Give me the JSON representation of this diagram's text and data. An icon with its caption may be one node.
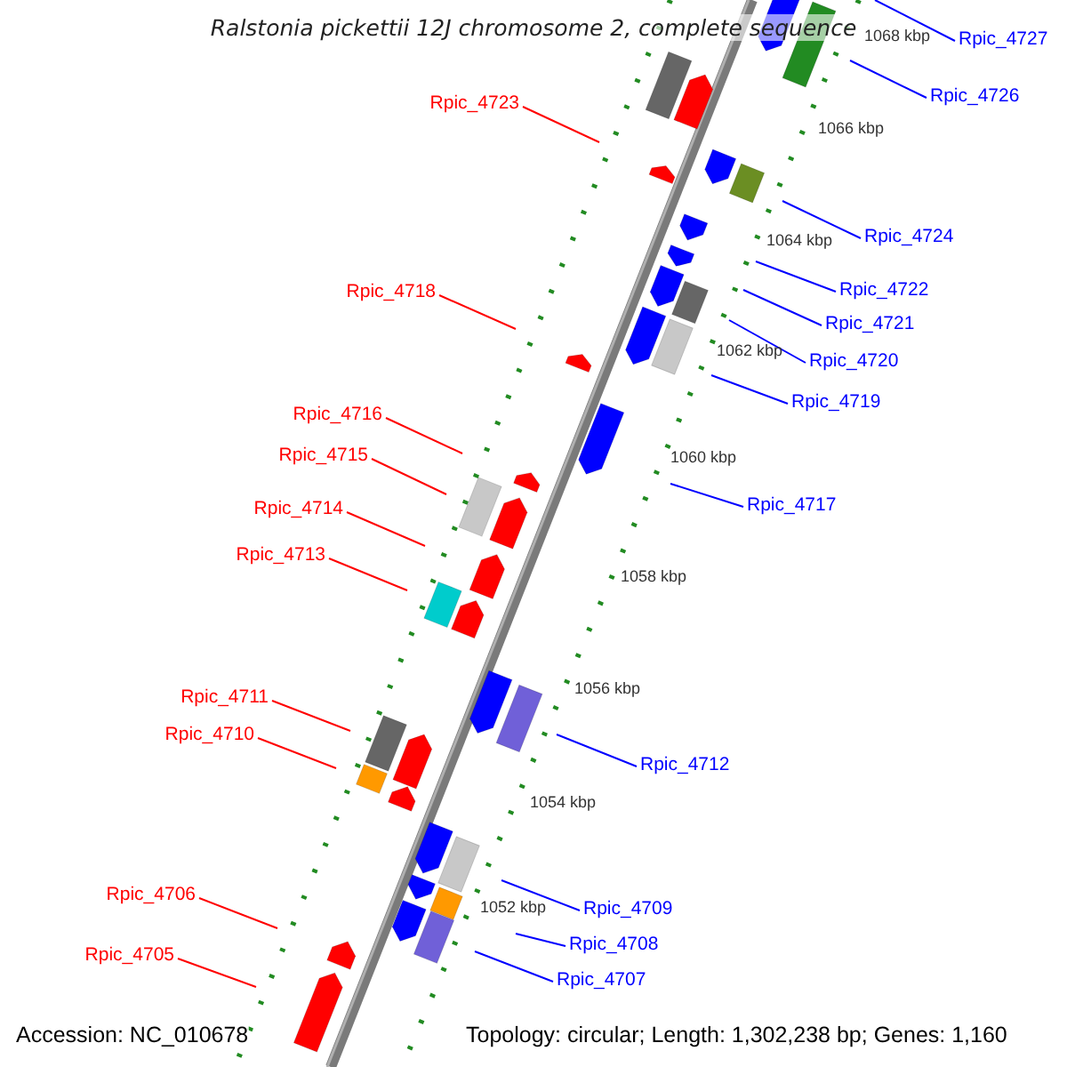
{
  "diagram": {
    "title": "Ralstonia pickettii 12J chromosome 2, complete sequence",
    "nodes": [
      {
        "text": [
          "Rpic_4727"
        ]
      },
      {
        "text": [
          "Rpic_4726"
        ]
      },
      {
        "text": [
          "Rpic_4723"
        ]
      },
      {
        "text": [
          "Rpic_4724"
        ]
      },
      {
        "text": [
          "Rpic_4722"
        ]
      },
      {
        "text": [
          "Rpic_4718"
        ]
      },
      {
        "text": [
          "Rpic_4721"
        ]
      },
      {
        "text": [
          "Rpic_4720"
        ]
      },
      {
        "text": [
          "Rpic_4719"
        ]
      },
      {
        "text": [
          "Rpic_4716"
        ]
      },
      {
        "text": [
          "Rpic_4715"
        ]
      },
      {
        "text": [
          "Rpic_4717"
        ]
      },
      {
        "text": [
          "Rpic_4714"
        ]
      },
      {
        "text": [
          "Rpic_4713"
        ]
      },
      {
        "text": [
          "Rpic_4711"
        ]
      },
      {
        "text": [
          "Rpic_4710"
        ]
      },
      {
        "text": [
          "Rpic_4712"
        ]
      },
      {
        "text": [
          "Rpic_4706"
        ]
      },
      {
        "text": [
          "Rpic_4709"
        ]
      },
      {
        "text": [
          "Rpic_4708"
        ]
      },
      {
        "text": [
          "Rpic_4705"
        ]
      },
      {
        "text": [
          "Rpic_4707"
        ]
      }
    ],
    "edges": [
      {
        "from": 0,
        "to": null,
        "arrow": "none"
      },
      {
        "from": 1,
        "to": null,
        "arrow": "none"
      },
      {
        "from": 2,
        "to": null,
        "arrow": "none",
        "color": "#ff0000"
      },
      {
        "from": 3,
        "to": null,
        "arrow": "none"
      },
      {
        "from": 4,
        "to": null,
        "arrow": "none"
      },
      {
        "from": 5,
        "to": null,
        "arrow": "none",
        "color": "#ff0000"
      },
      {
        "from": 6,
        "to": null,
        "arrow": "none"
      },
      {
        "from": 7,
        "to": null,
        "arrow": "none"
      },
      {
        "from": 8,
        "to": null,
        "arrow": "none"
      },
      {
        "from": 9,
        "to": null,
        "arrow": "none",
        "color": "#ff0000"
      },
      {
        "from": 10,
        "to": null,
        "arrow": "none",
        "color": "#ff0000"
      },
      {
        "from": 11,
        "to": null,
        "arrow": "none"
      },
      {
        "from": 12,
        "to": null,
        "arrow": "none",
        "color": "#ff0000"
      },
      {
        "from": 13,
        "to": null,
        "arrow": "none",
        "color": "#ff0000"
      },
      {
        "from": 14,
        "to": null,
        "arrow": "none",
        "color": "#ff0000"
      },
      {
        "from": 15,
        "to": null,
        "arrow": "none",
        "color": "#ff0000"
      },
      {
        "from": 16,
        "to": null,
        "arrow": "none"
      },
      {
        "from": 17,
        "to": null,
        "arrow": "none",
        "color": "#ff0000"
      },
      {
        "from": 18,
        "to": null,
        "arrow": "none"
      },
      {
        "from": 19,
        "to": null,
        "arrow": "none"
      },
      {
        "from": 20,
        "to": null,
        "arrow": "none",
        "color": "#ff0000"
      },
      {
        "from": 21,
        "to": null,
        "arrow": "none"
      }
    ],
    "labels": [
      "1068 kbp",
      "1066 kbp",
      "1064 kbp",
      "1062 kbp",
      "1060 kbp",
      "1058 kbp",
      "1056 kbp",
      "1054 kbp",
      "1052 kbp",
      "Accession: NC_010678",
      "Topology: circular; Length: 1,302,238 bp; Genes: 1,160"
    ]
  }
}
